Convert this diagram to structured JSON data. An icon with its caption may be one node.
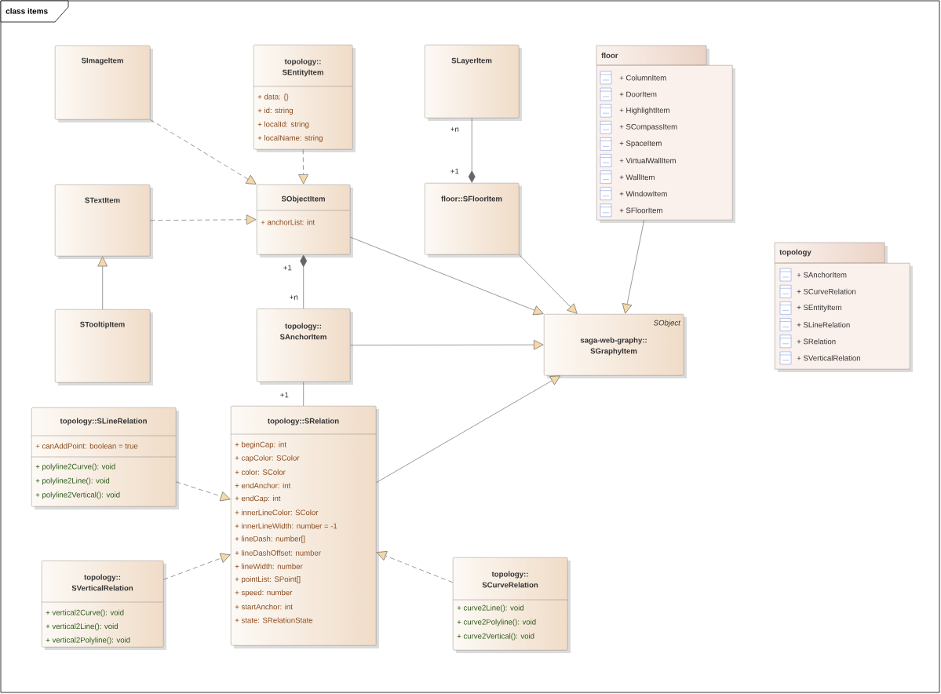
{
  "diagram": {
    "title": "class items",
    "nodes": [
      {
        "text": [
          "SImageItem"
        ]
      },
      {
        "text": [
          "topology:: SEntityItem",
          "+ data: {}",
          "+ id: string",
          "+ localId: string",
          "+ localName: string"
        ]
      },
      {
        "text": [
          "SLayerItem"
        ]
      },
      {
        "text": [
          "floor",
          "+ ColumnItem",
          "+ DoorItem",
          "+ HighlightItem",
          "+ SCompassItem",
          "+ SpaceItem",
          "+ VirtualWallItem",
          "+ WallItem",
          "+ WindowItem",
          "+ SFloorItem"
        ]
      },
      {
        "text": [
          "STextItem"
        ]
      },
      {
        "text": [
          "SObjectItem",
          "+ anchorList: int"
        ]
      },
      {
        "text": [
          "floor::SFloorItem"
        ]
      },
      {
        "text": [
          "topology",
          "+ SAnchorItem",
          "+ SCurveRelation",
          "+ SEntityItem",
          "+ SLineRelation",
          "+ SRelation",
          "+ SVerticalRelation"
        ]
      },
      {
        "text": [
          "STooltipItem"
        ]
      },
      {
        "text": [
          "topology:: SAnchorItem"
        ]
      },
      {
        "text": [
          "SObject",
          "saga-web-graphy:: SGraphyItem"
        ]
      },
      {
        "text": [
          "topology::SLineRelation",
          "+ canAddPoint: boolean = true",
          "+ polyline2Curve(): void",
          "+ polyline2Line(): void",
          "+ polyline2Vertical(): void"
        ]
      },
      {
        "text": [
          "topology::SRelation",
          "+ beginCap: int",
          "+ capColor: SColor",
          "+ color: SColor",
          "+ endAnchor: int",
          "+ endCap: int",
          "+ innerLineColor: SColor",
          "+ innerLineWidth: number = -1",
          "+ lineDash: number[]",
          "+ lineDashOffset: number",
          "+ lineWidth: number",
          "+ pointList: SPoint[]",
          "+ speed: number",
          "+ startAnchor: int",
          "+ state: SRelationState"
        ]
      },
      {
        "text": [
          "topology:: SVerticalRelation",
          "+ vertical2Curve(): void",
          "+ vertical2Line(): void",
          "+ vertical2Polyline(): void"
        ]
      },
      {
        "text": [
          "topology:: SCurveRelation",
          "+ curve2Line(): void",
          "+ curve2Polyline(): void",
          "+ curve2Vertical(): void"
        ]
      }
    ],
    "edges": [
      {
        "from": 0,
        "to": 5,
        "arrow": "to",
        "style": "dashed"
      },
      {
        "from": 1,
        "to": 5,
        "arrow": "to",
        "style": "dashed"
      },
      {
        "from": 2,
        "to": 6,
        "arrow": "other"
      },
      {
        "from": 4,
        "to": 5,
        "arrow": "to",
        "style": "dashed"
      },
      {
        "from": 8,
        "to": 4,
        "arrow": "to"
      },
      {
        "from": 5,
        "to": 10,
        "arrow": "to"
      },
      {
        "from": 9,
        "to": 5,
        "arrow": "other"
      },
      {
        "from": 6,
        "to": 10,
        "arrow": "to"
      },
      {
        "from": 3,
        "to": 10,
        "arrow": "to"
      },
      {
        "from": 9,
        "to": 10,
        "arrow": "to"
      },
      {
        "from": 9,
        "to": 12,
        "arrow": "none"
      },
      {
        "from": 12,
        "to": 10,
        "arrow": "to"
      },
      {
        "from": 11,
        "to": 12,
        "arrow": "to",
        "style": "dashed"
      },
      {
        "from": 13,
        "to": 12,
        "arrow": "to",
        "style": "dashed"
      },
      {
        "from": 14,
        "to": 12,
        "arrow": "to",
        "style": "dashed"
      }
    ],
    "labels": [
      "+n",
      "+1",
      "+1",
      "+n",
      "+1"
    ]
  }
}
